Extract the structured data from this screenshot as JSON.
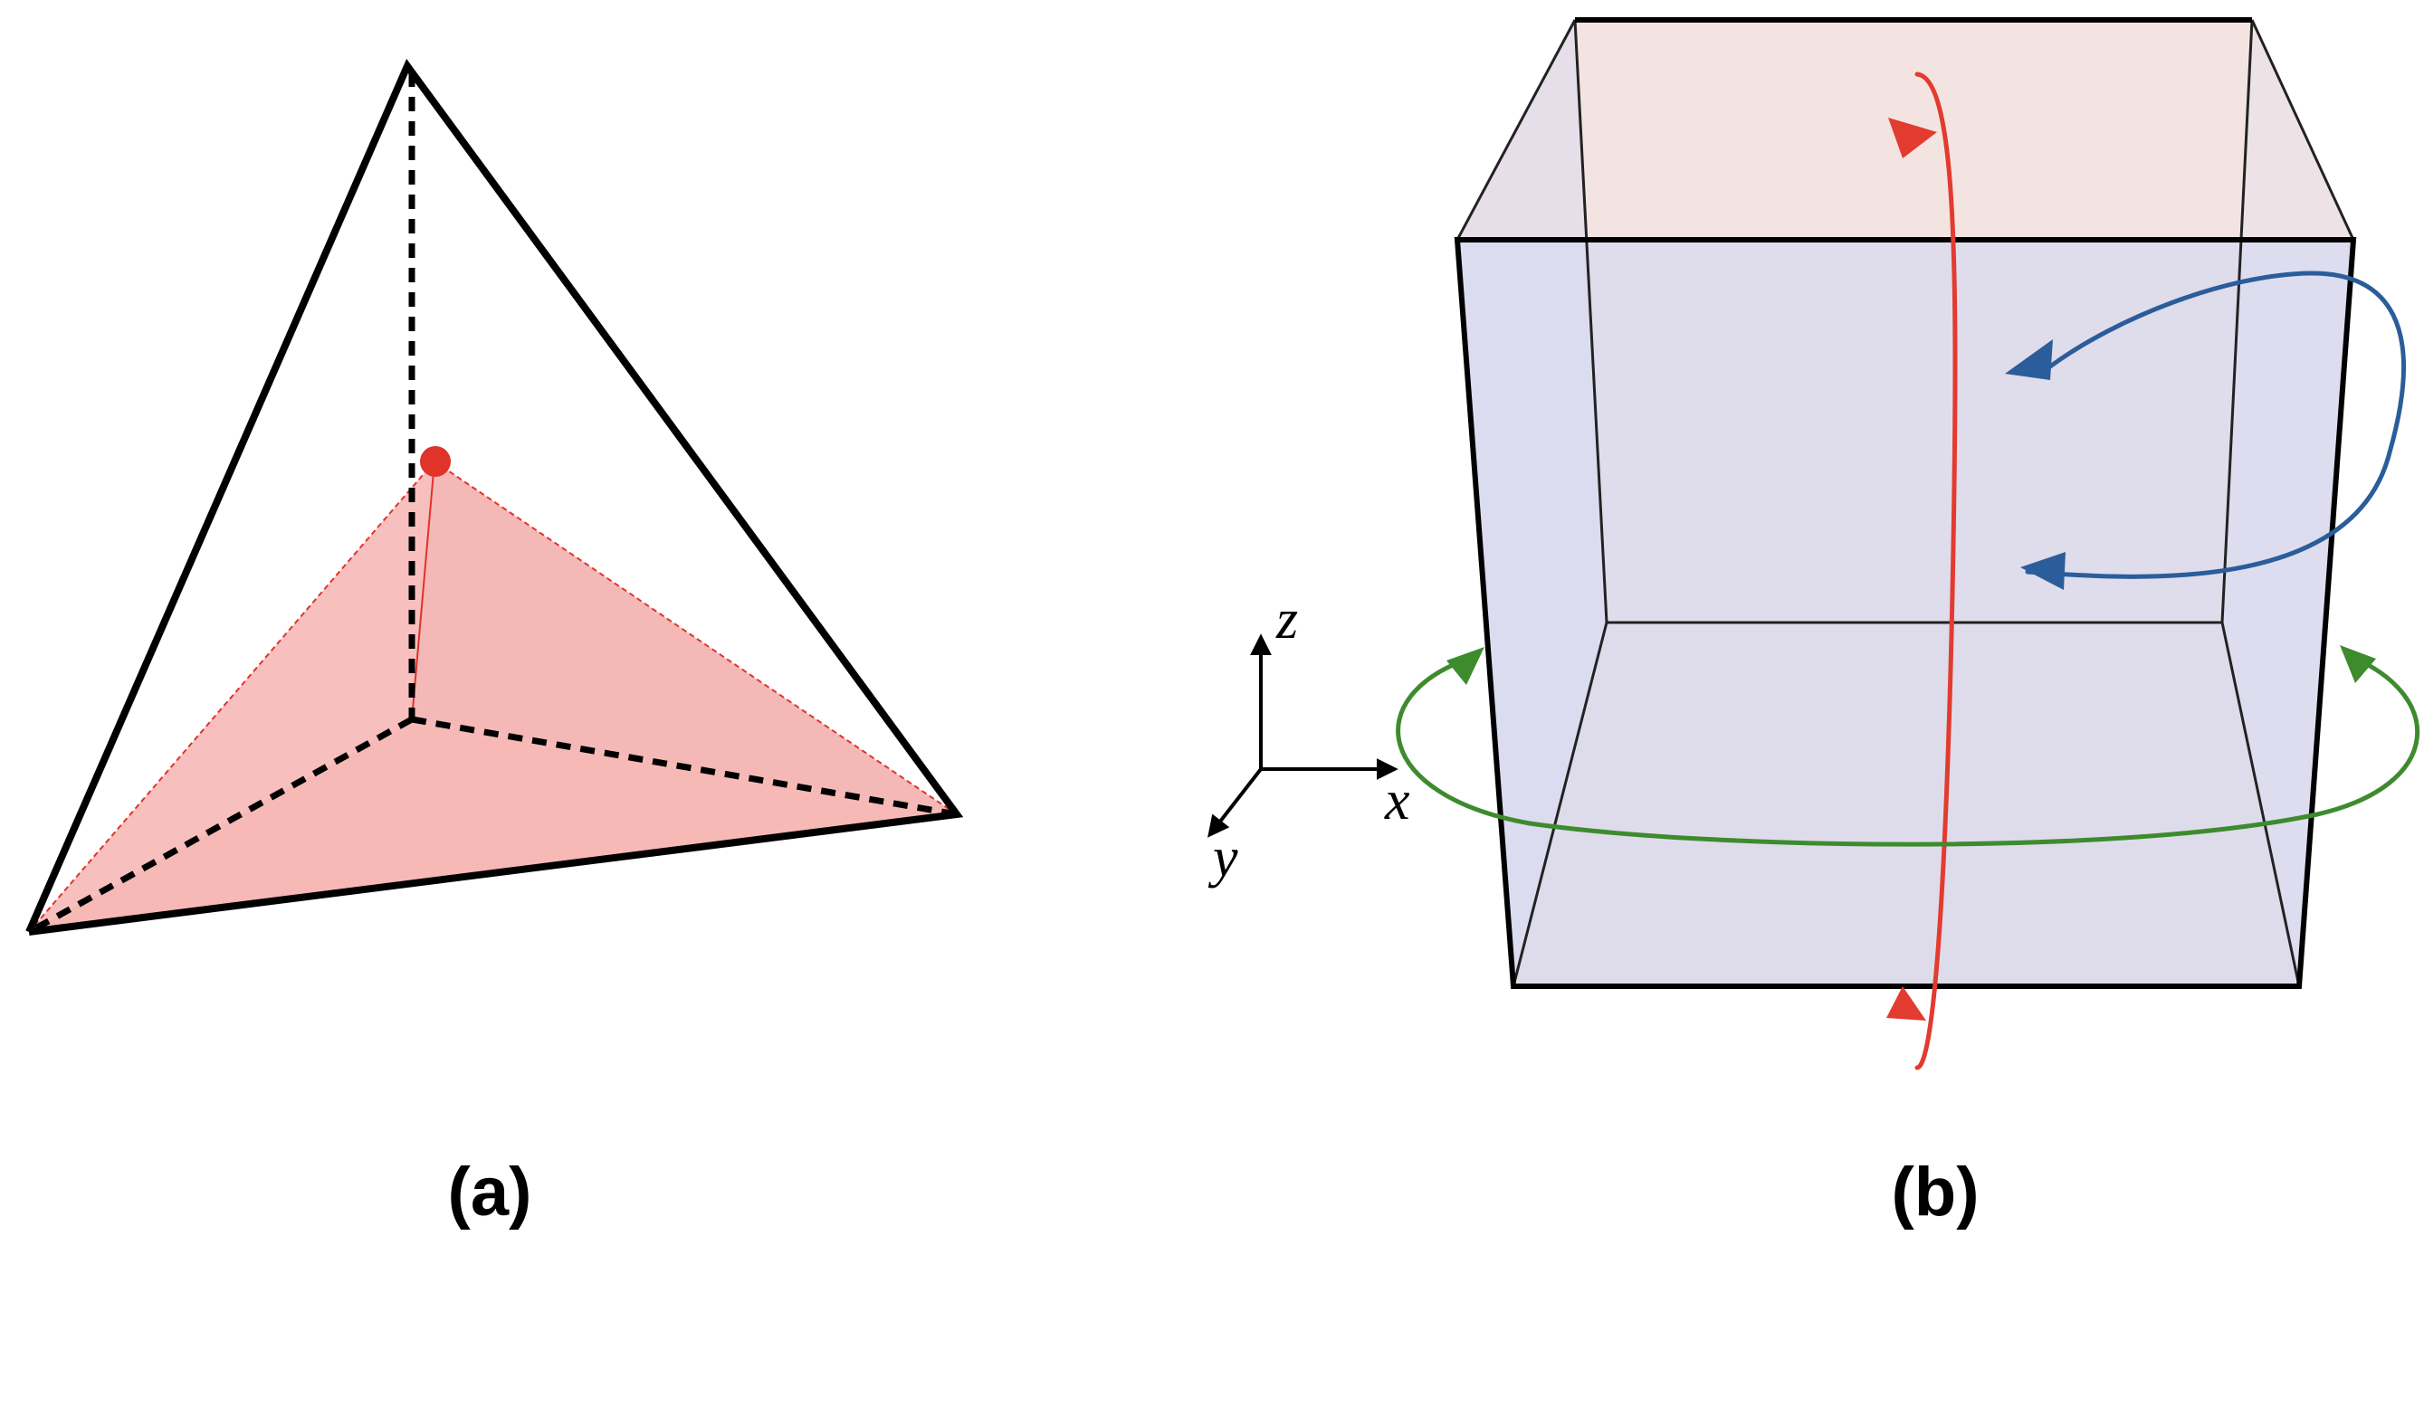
{
  "panels": {
    "a": {
      "label": "(a)"
    },
    "b": {
      "label": "(b)",
      "axes": {
        "z": "z",
        "x": "x",
        "y": "y"
      }
    }
  },
  "colors": {
    "outline": "#000000",
    "tetra_fill": "#f08b86",
    "tetra_point": "#e0332a",
    "cube_front": "#d4d6ec",
    "cube_back": "#f3e3df",
    "rotation_z": "#e23b30",
    "rotation_x": "#2a5d9a",
    "rotation_zplane": "#3e8b2e"
  }
}
